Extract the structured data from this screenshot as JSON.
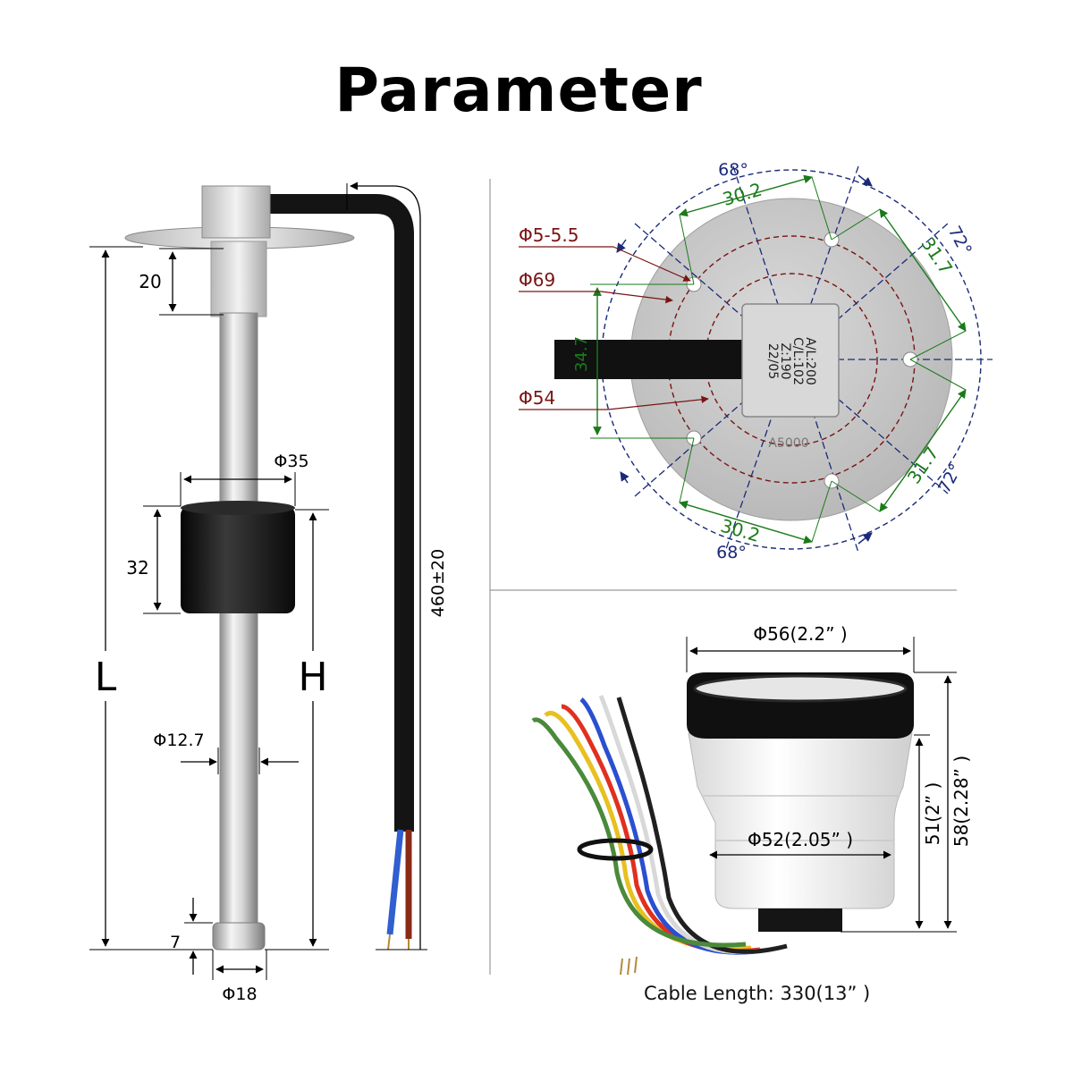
{
  "title": "Parameter",
  "sensor": {
    "dim_flange_height": "20",
    "dim_float_diameter": "Φ35",
    "dim_float_height": "32",
    "dim_length": "L",
    "dim_float_position": "H",
    "dim_tube_diameter": "Φ12.7",
    "dim_end_cap_height": "7",
    "dim_end_cap_diameter": "Φ18",
    "dim_cable_length": "460±20"
  },
  "flange": {
    "dim_hole_diameter": "Φ5-5.5",
    "dim_pcd_outer": "Φ69",
    "dim_pcd_inner": "Φ54",
    "dim_offset": "34.7",
    "angle_top": "68°",
    "angle_bottom": "68°",
    "angle_right_top": "72°",
    "angle_right_bottom": "72°",
    "chord_top": "30.2",
    "chord_bottom": "30.2",
    "chord_right_top": "31.7",
    "chord_right_bottom": "31.7",
    "plate_lines": [
      "A/L:200",
      "C/L:102",
      "Z:190",
      "22/05"
    ],
    "plate_model": "A5000"
  },
  "gauge": {
    "dim_bezel_diameter": "Φ56(2.2”  )",
    "dim_body_diameter": "Φ52(2.05”  )",
    "dim_body_height": "51(2”  )",
    "dim_total_height": "58(2.28”  )",
    "cable_length": "Cable Length: 330(13”  )"
  },
  "colors": {
    "dim_line": "#000000",
    "flange_dark_red": "#7a1414",
    "flange_navy": "#1a2a78",
    "flange_green": "#1a7a1a",
    "plate_grey": "#c9c9c9",
    "float_black": "#161616"
  }
}
